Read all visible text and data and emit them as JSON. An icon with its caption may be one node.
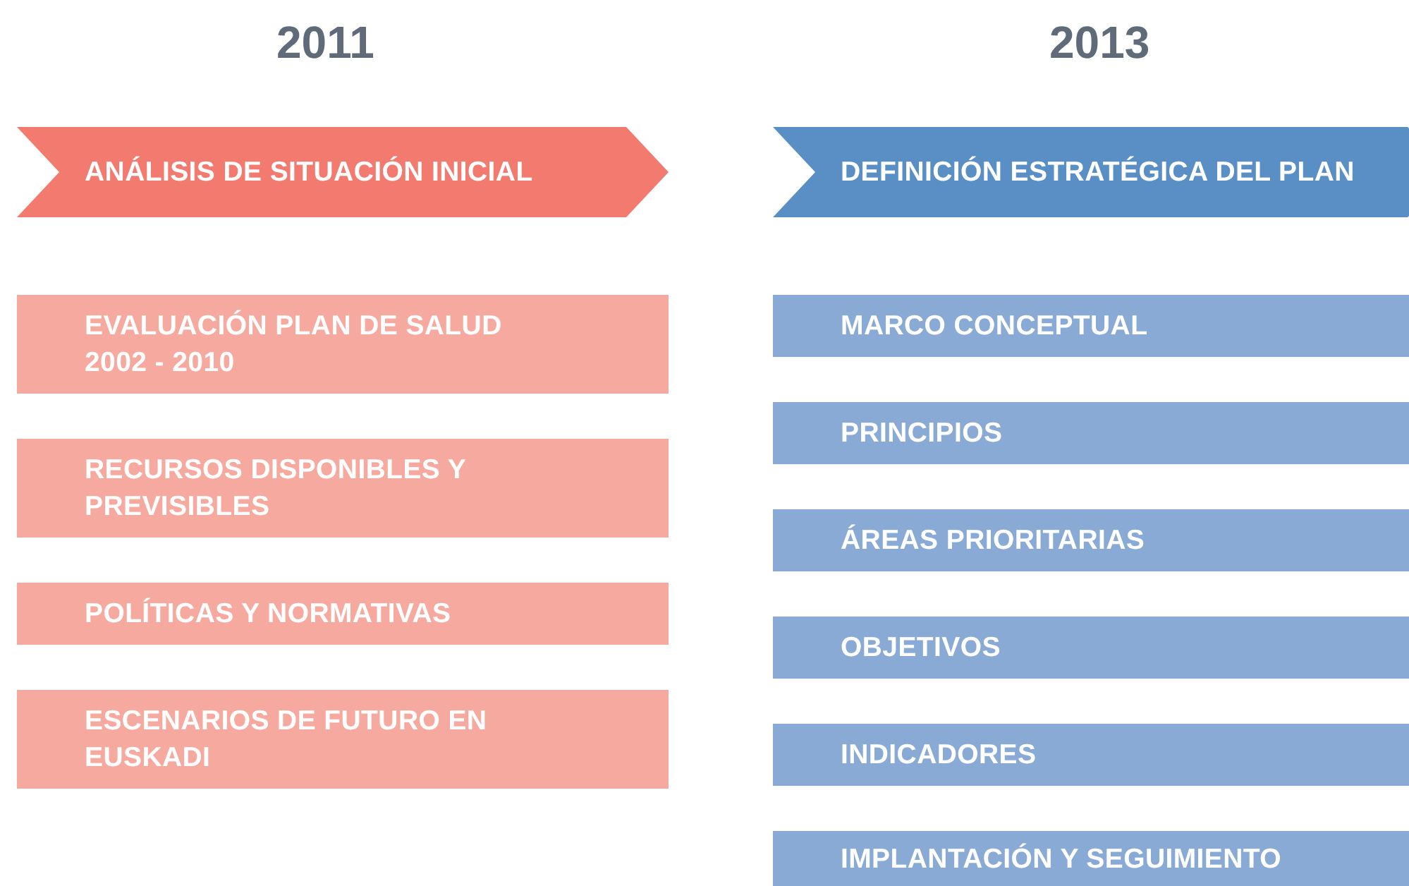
{
  "diagram": {
    "nodes": [
      {
        "text": [
          "ANÁLISIS DE SITUACIÓN INICIAL"
        ]
      },
      {
        "text": [
          "EVALUACIÓN PLAN DE SALUD 2002 - 2010"
        ]
      },
      {
        "text": [
          "RECURSOS DISPONIBLES Y PREVISIBLES"
        ]
      },
      {
        "text": [
          "POLÍTICAS Y NORMATIVAS"
        ]
      },
      {
        "text": [
          "ESCENARIOS DE FUTURO EN EUSKADI"
        ]
      },
      {
        "text": [
          "DEFINICIÓN ESTRATÉGICA DEL PLAN"
        ]
      },
      {
        "text": [
          "MARCO CONCEPTUAL"
        ]
      },
      {
        "text": [
          "PRINCIPIOS"
        ]
      },
      {
        "text": [
          "ÁREAS PRIORITARIAS"
        ]
      },
      {
        "text": [
          "OBJETIVOS"
        ]
      },
      {
        "text": [
          "INDICADORES"
        ]
      },
      {
        "text": [
          "IMPLANTACIÓN Y SEGUIMIENTO"
        ]
      }
    ],
    "labels": [
      "2011",
      "2013"
    ]
  }
}
